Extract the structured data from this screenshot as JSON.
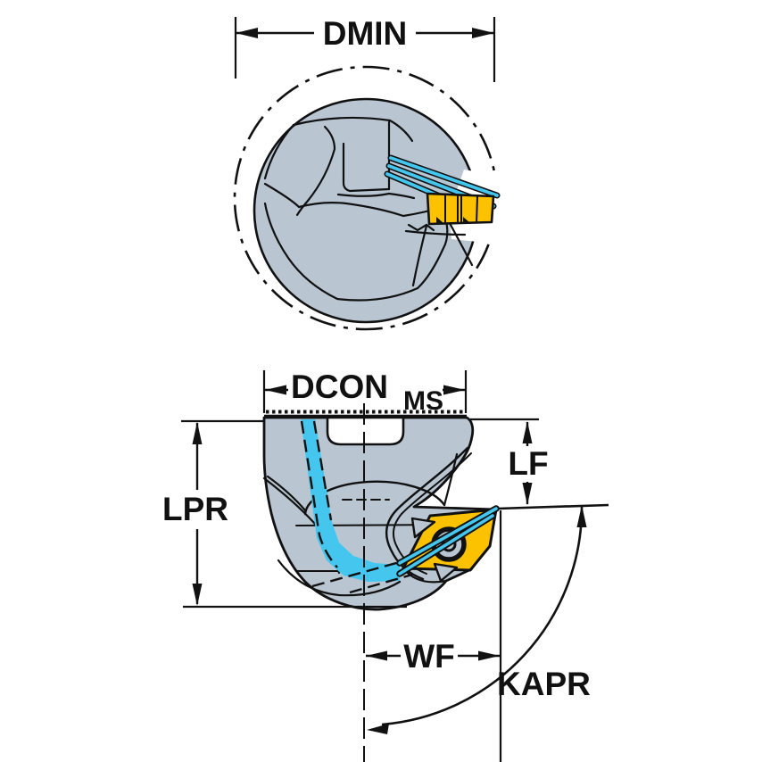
{
  "drawing": {
    "kind": "technical dimension drawing of a boring/turning tool head, two views",
    "views": [
      {
        "id": "top-view",
        "description": "end view of round tool head inside minimum-bore circle"
      },
      {
        "id": "side-view",
        "description": "side view of tool head with rhombic insert and coolant channels"
      }
    ],
    "labels": {
      "dmin": "DMIN",
      "dcon": "DCON",
      "dcon_sub": "MS",
      "lpr": "LPR",
      "lf": "LF",
      "wf": "WF",
      "kapr": "KAPR"
    },
    "dimension_codes": [
      "DMIN",
      "DCONMS",
      "LPR",
      "LF",
      "WF",
      "KAPR"
    ],
    "colors": {
      "background": "#ffffff",
      "line": "#111111",
      "body": "#b9c6d2",
      "insert": "#fcc200",
      "coolant": "#45c6ef"
    }
  }
}
